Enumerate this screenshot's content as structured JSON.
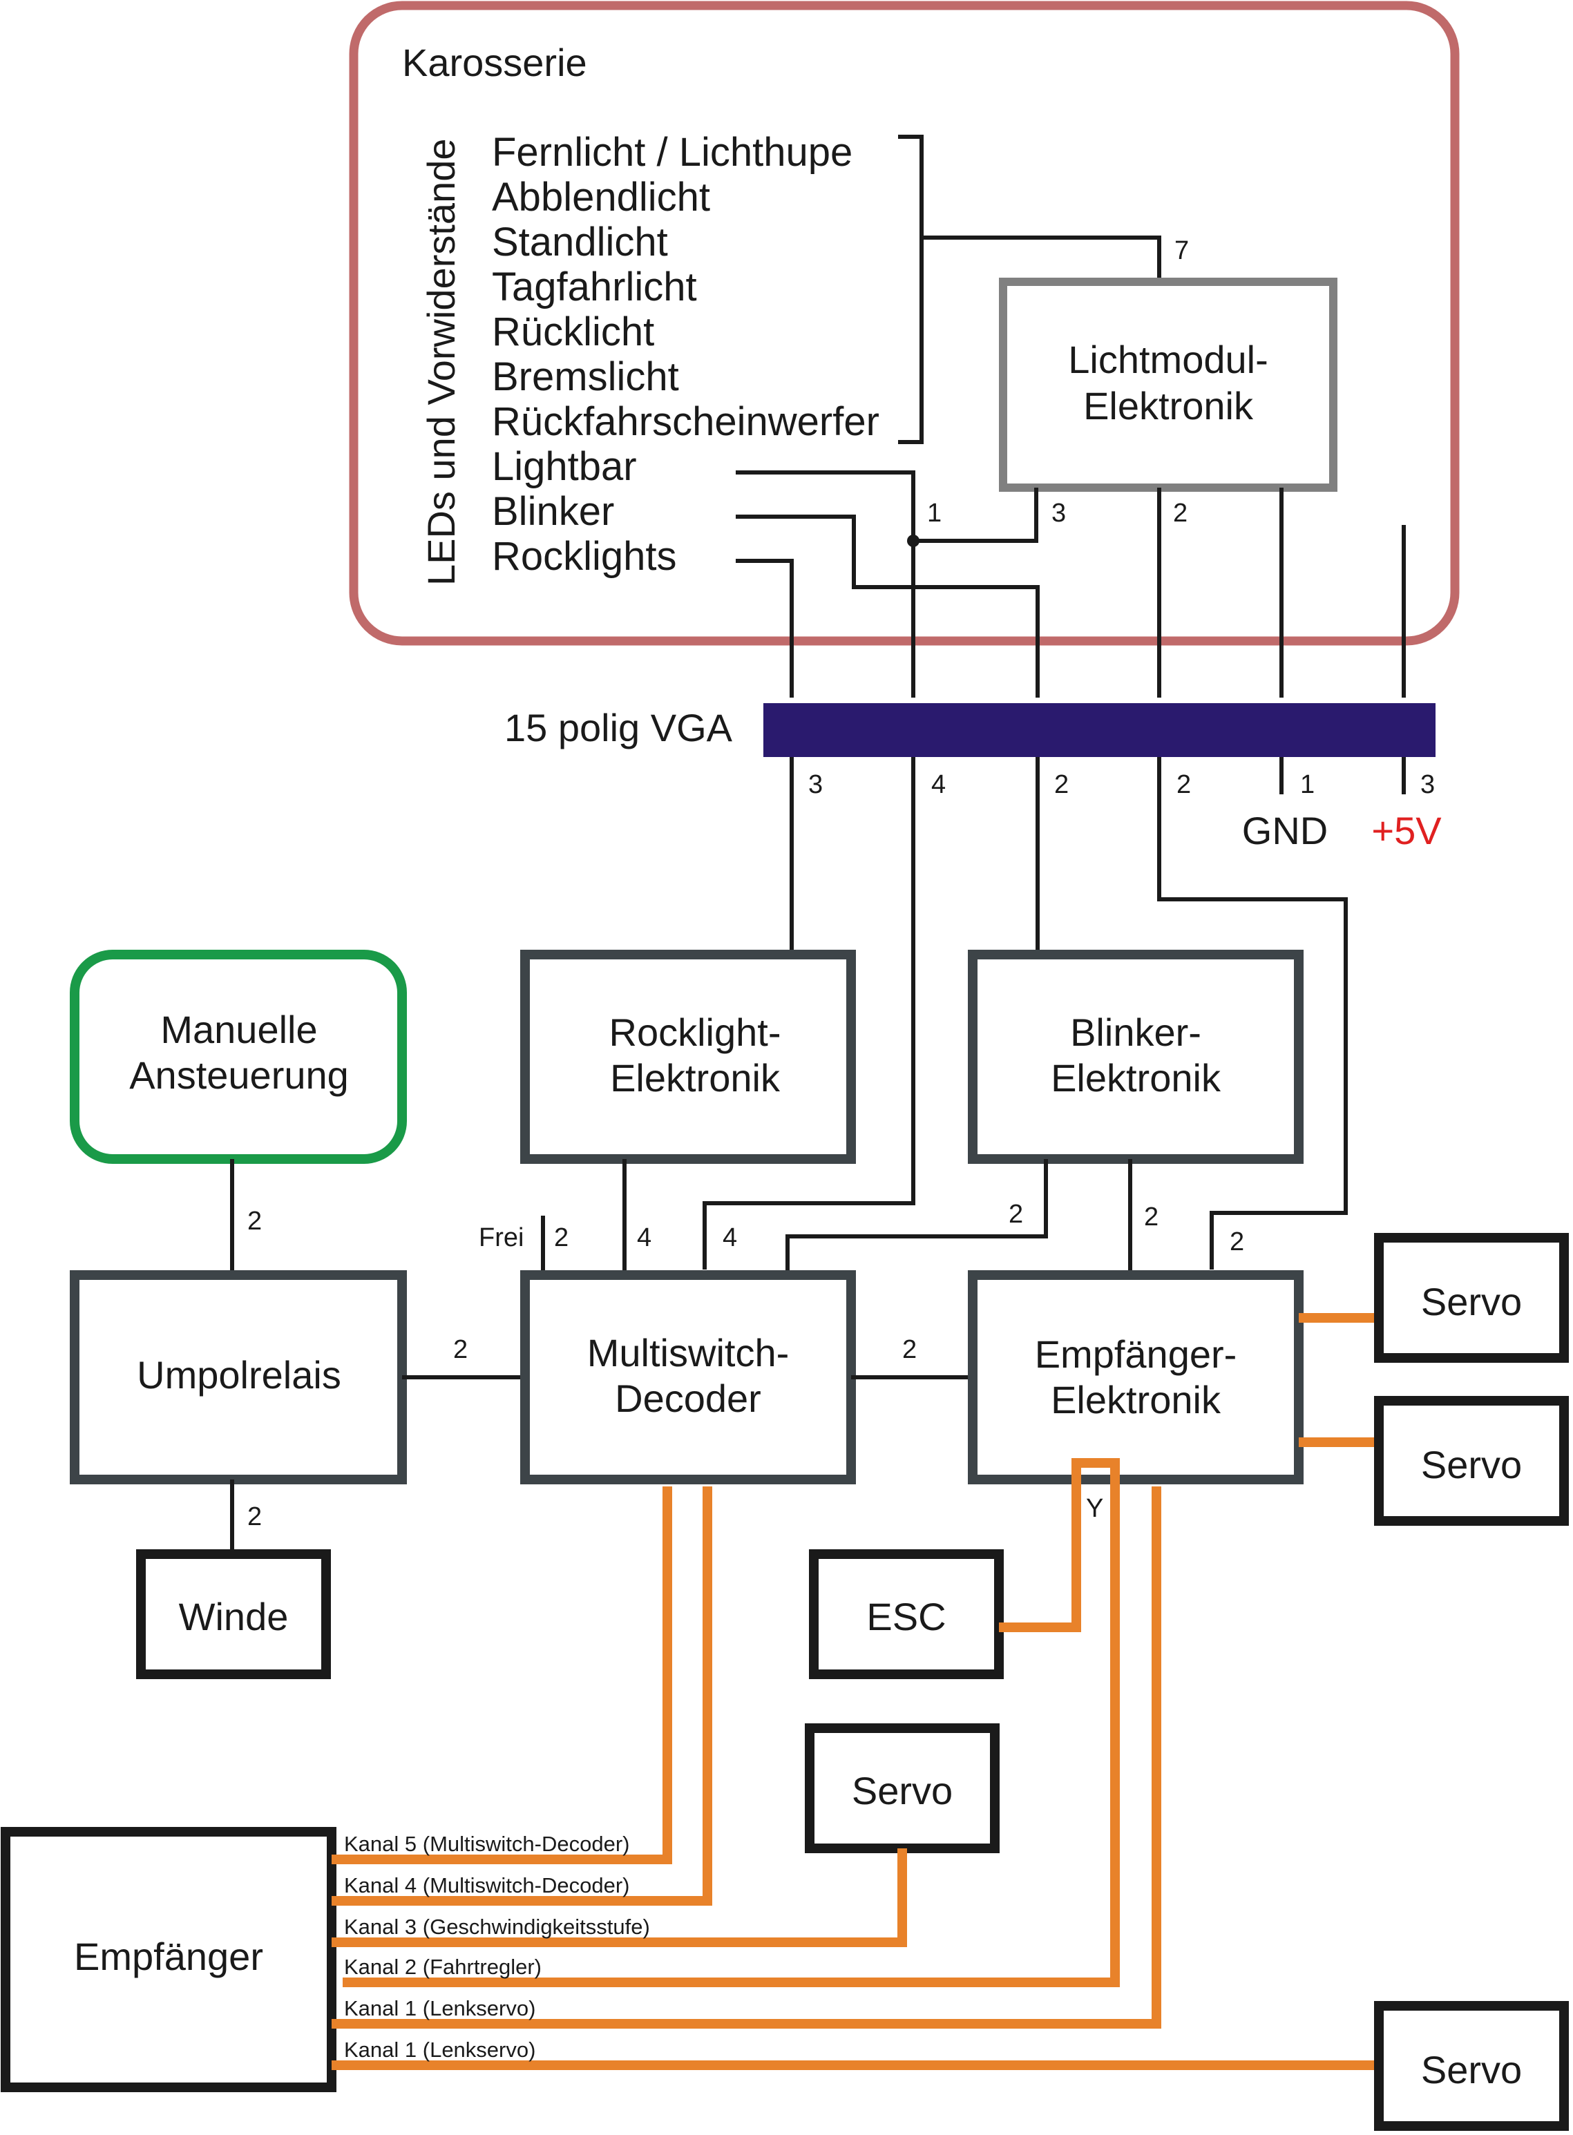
{
  "colors": {
    "karosserie_border": "#c06a6a",
    "manual_border": "#1a9a48",
    "vga_bar": "#2a1a6e",
    "signal_wire": "#e8822a",
    "plus5v": "#e02020"
  },
  "karosserie": {
    "title": "Karosserie",
    "vertical_label": "LEDs und Vorwiderstände",
    "lights": [
      "Fernlicht / Lichthupe",
      "Abblendlicht",
      "Standlicht",
      "Tagfahrlicht",
      "Rücklicht",
      "Bremslicht",
      "Rückfahrscheinwerfer",
      "Lightbar",
      "Blinker",
      "Rocklights"
    ]
  },
  "lichtmodul": {
    "line1": "Lichtmodul-",
    "line2": "Elektronik"
  },
  "vga": {
    "label": "15 polig VGA"
  },
  "pins": {
    "p7": "7",
    "lightbar": "1",
    "lm3": "3",
    "lm2": "2",
    "below_rock": "3",
    "below_lightbar": "4",
    "below_blinker": "2",
    "below_lm": "2",
    "gnd_num": "1",
    "plus_num": "3",
    "manual_to_umpol": "2",
    "umpol_to_winde": "2",
    "umpol_to_multi": "2",
    "frei_num": "2",
    "rock_to_multi": "4",
    "lightbar_to_multi": "4",
    "blinker_to_multi": "2",
    "blinker_to_empf": "2",
    "vga_to_empf": "2",
    "multi_to_empf": "2"
  },
  "gnd_label": "GND",
  "plus5v_label": "+5V",
  "frei_label": "Frei",
  "y_label": "Y",
  "boxes": {
    "manuelle": {
      "line1": "Manuelle",
      "line2": "Ansteuerung"
    },
    "rocklight": {
      "line1": "Rocklight-",
      "line2": "Elektronik"
    },
    "blinker": {
      "line1": "Blinker-",
      "line2": "Elektronik"
    },
    "umpolrelais": "Umpolrelais",
    "multiswitch": {
      "line1": "Multiswitch-",
      "line2": "Decoder"
    },
    "empf_elektronik": {
      "line1": "Empfänger-",
      "line2": "Elektronik"
    },
    "servo": "Servo",
    "winde": "Winde",
    "esc": "ESC",
    "empfaenger": "Empfänger"
  },
  "channels": [
    "Kanal 5 (Multiswitch-Decoder)",
    "Kanal 4 (Multiswitch-Decoder)",
    "Kanal 3 (Geschwindigkeitsstufe)",
    "Kanal 2 (Fahrtregler)",
    "Kanal 1 (Lenkservo)",
    "Kanal 1 (Lenkservo)"
  ]
}
